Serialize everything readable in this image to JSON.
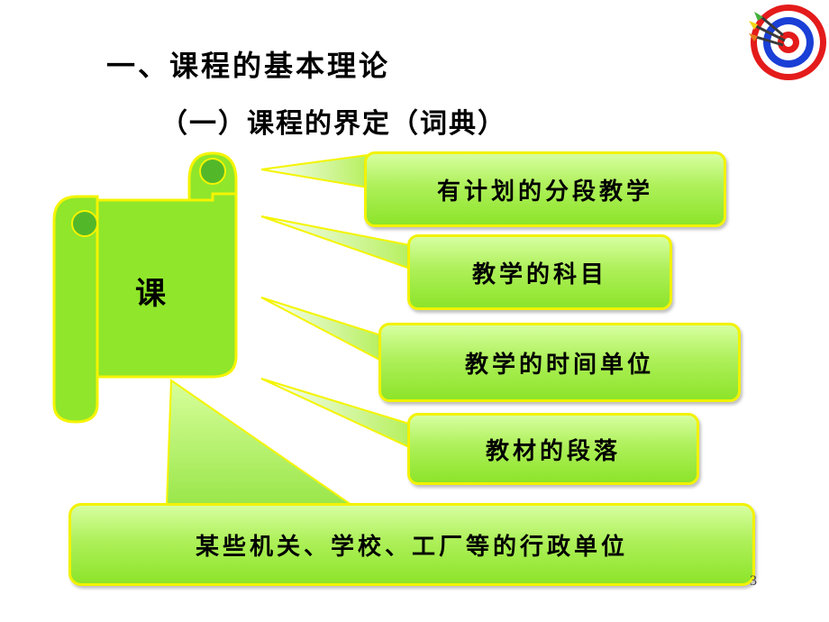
{
  "slide": {
    "title": "一、课程的基本理论",
    "subtitle": "（一）课程的界定（词典）",
    "scroll_label": "课",
    "definitions": [
      "有计划的分段教学",
      "教学的科目",
      "教学的时间单位",
      "教材的段落"
    ],
    "bottom_definition": "某些机关、学校、工厂等的行政单位",
    "page_number": "3"
  },
  "colors": {
    "callout_fill": "#a6ec4c",
    "callout_border": "#f2f200",
    "scroll_fill": "#8fe62b",
    "scroll_border": "#f4f400"
  },
  "icons": [
    "dartboard-icon"
  ]
}
